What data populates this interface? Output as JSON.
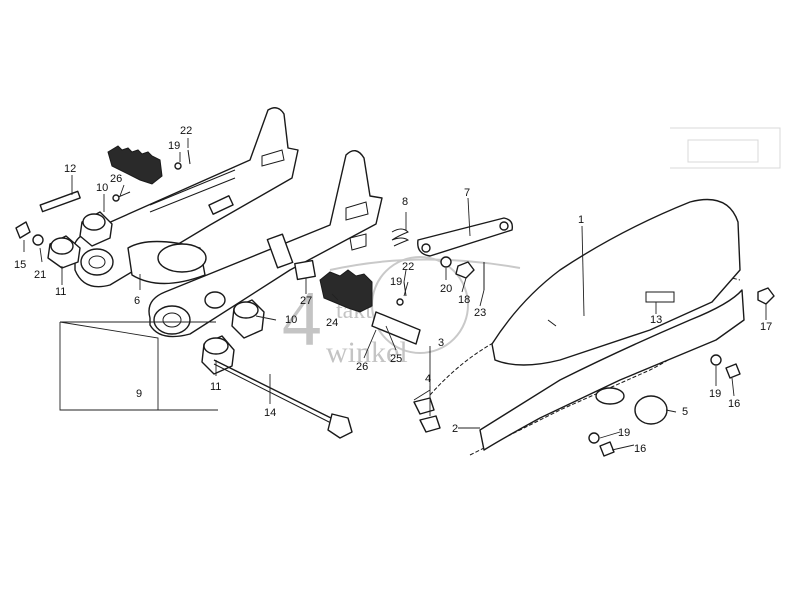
{
  "watermark": {
    "digit": "4",
    "word_top": "takt",
    "word_bottom": "winkel"
  },
  "callouts": [
    {
      "id": "c1",
      "label": "1"
    },
    {
      "id": "c2",
      "label": "2"
    },
    {
      "id": "c3",
      "label": "3"
    },
    {
      "id": "c4",
      "label": "4"
    },
    {
      "id": "c5",
      "label": "5"
    },
    {
      "id": "c6",
      "label": "6"
    },
    {
      "id": "c7",
      "label": "7"
    },
    {
      "id": "c8",
      "label": "8"
    },
    {
      "id": "c9",
      "label": "9"
    },
    {
      "id": "c10a",
      "label": "10"
    },
    {
      "id": "c10b",
      "label": "10"
    },
    {
      "id": "c11a",
      "label": "11"
    },
    {
      "id": "c11b",
      "label": "11"
    },
    {
      "id": "c12",
      "label": "12"
    },
    {
      "id": "c13",
      "label": "13"
    },
    {
      "id": "c14",
      "label": "14"
    },
    {
      "id": "c15",
      "label": "15"
    },
    {
      "id": "c16a",
      "label": "16"
    },
    {
      "id": "c16b",
      "label": "16"
    },
    {
      "id": "c17",
      "label": "17"
    },
    {
      "id": "c18",
      "label": "18"
    },
    {
      "id": "c19a",
      "label": "19"
    },
    {
      "id": "c19b",
      "label": "19"
    },
    {
      "id": "c19c",
      "label": "19"
    },
    {
      "id": "c19d",
      "label": "19"
    },
    {
      "id": "c20",
      "label": "20"
    },
    {
      "id": "c21",
      "label": "21"
    },
    {
      "id": "c22a",
      "label": "22"
    },
    {
      "id": "c22b",
      "label": "22"
    },
    {
      "id": "c23",
      "label": "23"
    },
    {
      "id": "c24",
      "label": "24"
    },
    {
      "id": "c25",
      "label": "25"
    },
    {
      "id": "c26a",
      "label": "26"
    },
    {
      "id": "c26b",
      "label": "26"
    },
    {
      "id": "c27",
      "label": "27"
    }
  ]
}
